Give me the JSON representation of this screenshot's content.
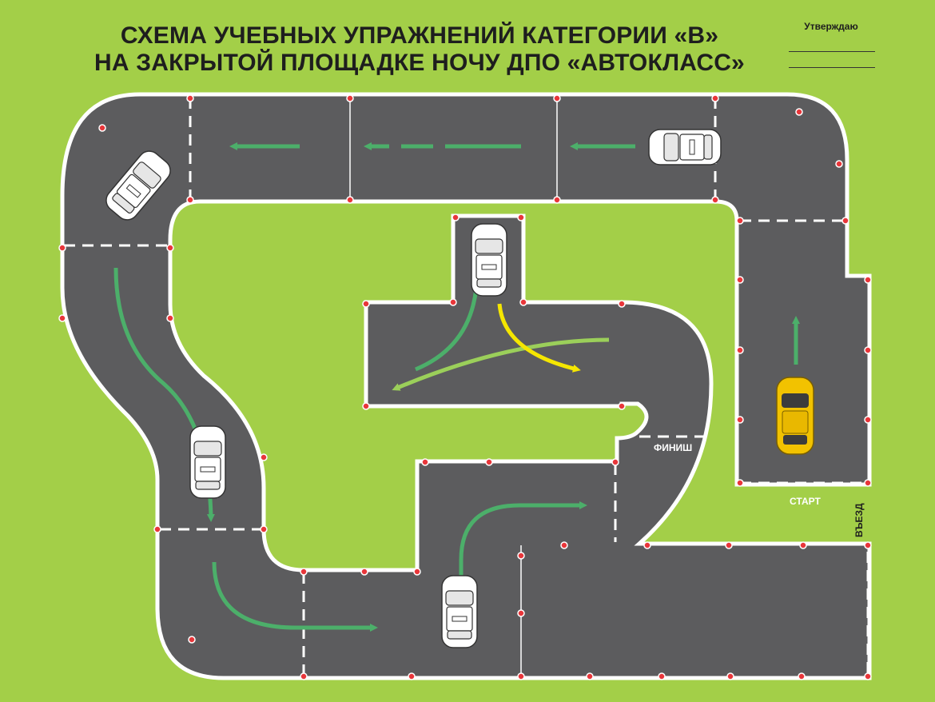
{
  "title": {
    "line1": "СХЕМА УЧЕБНЫХ УПРАЖНЕНИЙ КАТЕГОРИИ «В»",
    "line2": "НА ЗАКРЫТОЙ ПЛОЩАДКЕ НОЧУ ДПО «АВТОКЛАСС»"
  },
  "approval": {
    "label": "Утверждаю"
  },
  "labels": {
    "finish": "ФИНИШ",
    "start": "СТАРТ",
    "entry": "ВЪЕЗД"
  },
  "colors": {
    "background": "#a3cf48",
    "asphalt": "#5c5c5e",
    "road_edge": "#ffffff",
    "route_arrow": "#4caf6a",
    "route_arrow_light": "#9bcf5a",
    "route_arrow_yellow": "#f5e600",
    "learner_car": "#f2c200",
    "cone": "#e8363a"
  }
}
